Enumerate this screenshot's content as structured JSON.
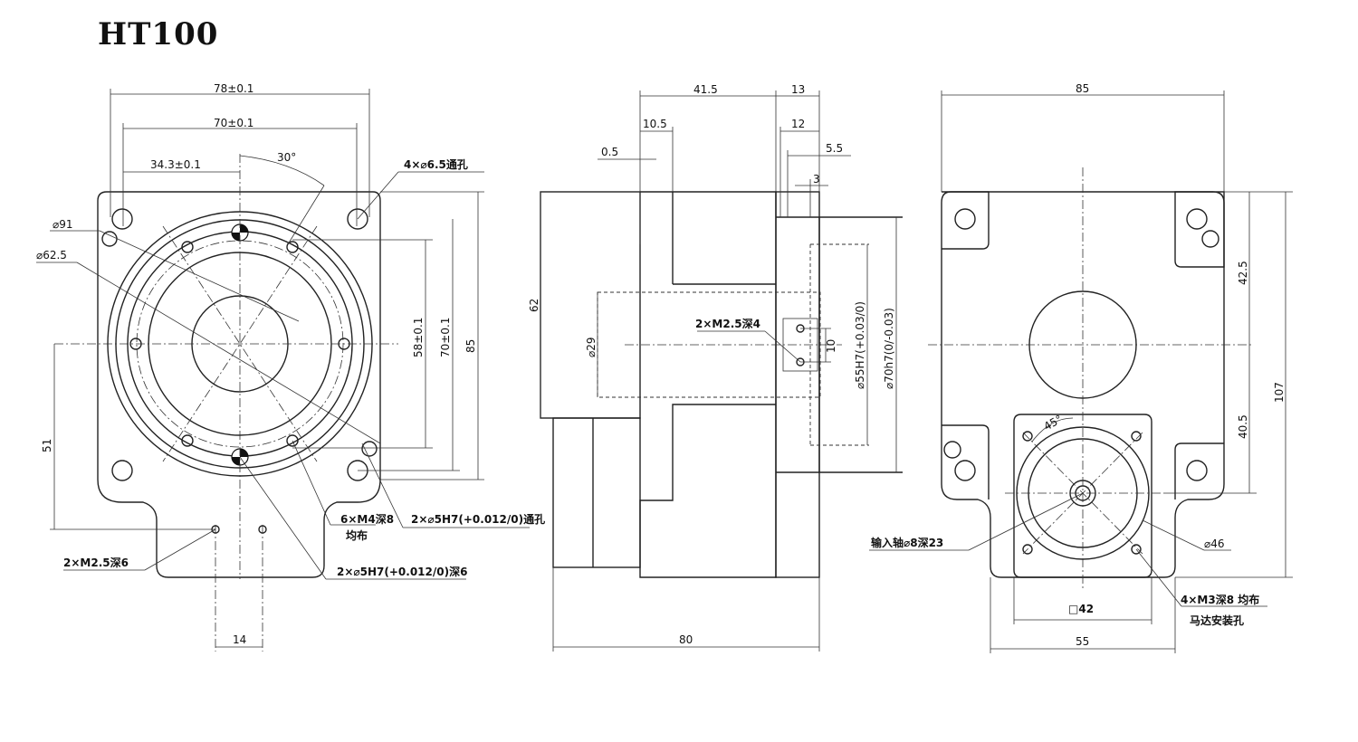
{
  "title": "HT100",
  "front_view": {
    "dim_78": "78±0.1",
    "dim_70": "70±0.1",
    "dim_34_3": "34.3±0.1",
    "dim_30deg": "30°",
    "dim_4x65": "4×⌀6.5通孔",
    "dim_d91": "⌀91",
    "dim_d62_5": "⌀62.5",
    "dim_58": "58±0.1",
    "dim_70v": "70±0.1",
    "dim_85": "85",
    "dim_51": "51",
    "dim_6xm4": "6×M4深8",
    "dim_6xm4_b": "均布",
    "dim_2x5h7_thru": "2×⌀5H7(+0.012/0)通孔",
    "dim_2x5h7_deep": "2×⌀5H7(+0.012/0)深6",
    "dim_2xm25": "2×M2.5深6",
    "dim_14": "14"
  },
  "side_view": {
    "dim_41_5": "41.5",
    "dim_13": "13",
    "dim_10_5": "10.5",
    "dim_12": "12",
    "dim_0_5": "0.5",
    "dim_5_5": "5.5",
    "dim_3": "3",
    "dim_62": "62",
    "dim_29": "⌀29",
    "dim_2xm25_4": "2×M2.5深4",
    "dim_10": "10",
    "dim_55h7": "⌀55H7(+0.03/0)",
    "dim_70h7": "⌀70h7(0/-0.03)",
    "dim_80": "80"
  },
  "back_view": {
    "dim_85": "85",
    "dim_42_5": "42.5",
    "dim_40_5": "40.5",
    "dim_107": "107",
    "dim_45deg": "45°",
    "dim_input": "输入轴⌀8深23",
    "dim_d46": "⌀46",
    "dim_sq42": "□42",
    "dim_4xm3": "4×M3深8 均布",
    "dim_4xm3_b": "马达安装孔",
    "dim_55": "55"
  }
}
